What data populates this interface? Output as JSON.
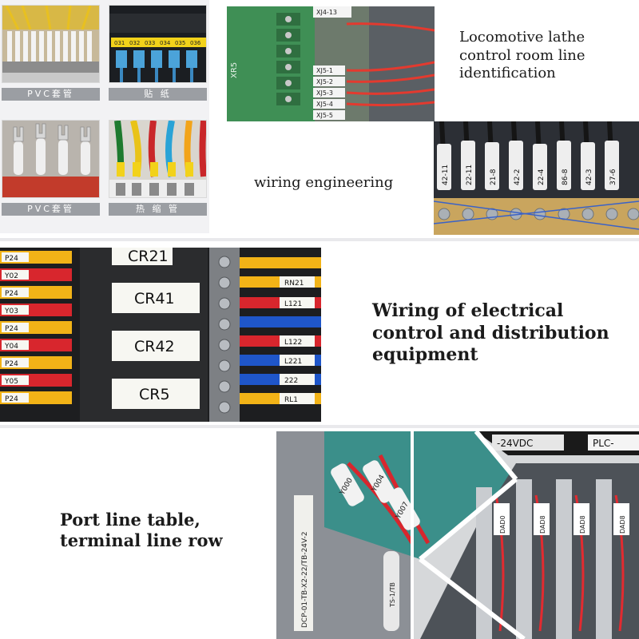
{
  "thumbnails": [
    {
      "caption": "PVC套管"
    },
    {
      "caption": "贴 纸"
    },
    {
      "caption": "PVC套管"
    },
    {
      "caption": "热 缩 管"
    }
  ],
  "sticker_codes": [
    "031",
    "032",
    "033",
    "034",
    "035",
    "036"
  ],
  "loco_photo": {
    "labels": [
      "XJ4-13",
      "XJ5-1",
      "XJ5-2",
      "XJ5-3",
      "XJ5-4",
      "XJ5-5"
    ],
    "board_mark": "XR5"
  },
  "loco_heading": [
    "Locomotive lathe",
    "control room line",
    "identification"
  ],
  "wiring_heading": "wiring engineering",
  "wiring_photo": {
    "sleeves": [
      "42-11",
      "22-11",
      "21-8",
      "42-2",
      "22-4",
      "86-8",
      "42-3",
      "37-6"
    ]
  },
  "relay_photo": {
    "relays": [
      "CR21",
      "CR41",
      "CR42",
      "CR5"
    ],
    "left_sleeves": [
      "P24",
      "Y02",
      "P24",
      "Y03",
      "P24",
      "Y04",
      "P24",
      "Y05",
      "P24"
    ],
    "right_sleeves": [
      "RN21",
      "L121",
      "L122",
      "L221",
      "222",
      "RL1"
    ]
  },
  "distribution_heading": [
    "Wiring of electrical",
    "control and distribution",
    "equipment"
  ],
  "port_heading": [
    "Port line table,",
    "terminal line row"
  ],
  "port_photo": {
    "top_labels": [
      "-24VDC",
      "PLC-"
    ],
    "forks": [
      "Y000",
      "Y004",
      "Y007"
    ],
    "vertical_sleeve": "DCP-01-TB-X2-22/TB-24V-2",
    "tube_text": "TS-1/TB",
    "terminal_codes": [
      "DAD0",
      "DAD8",
      "DAD8",
      "DAD8"
    ]
  },
  "colors": {
    "heading": "#1b1b1b",
    "caption_bar": "#9b9ea3",
    "pcb_green": "#3f8f55",
    "wire_red": "#d8262d",
    "wire_yellow": "#f2b317",
    "wire_blue": "#1f56c9",
    "label_white": "#f7f7f2"
  }
}
